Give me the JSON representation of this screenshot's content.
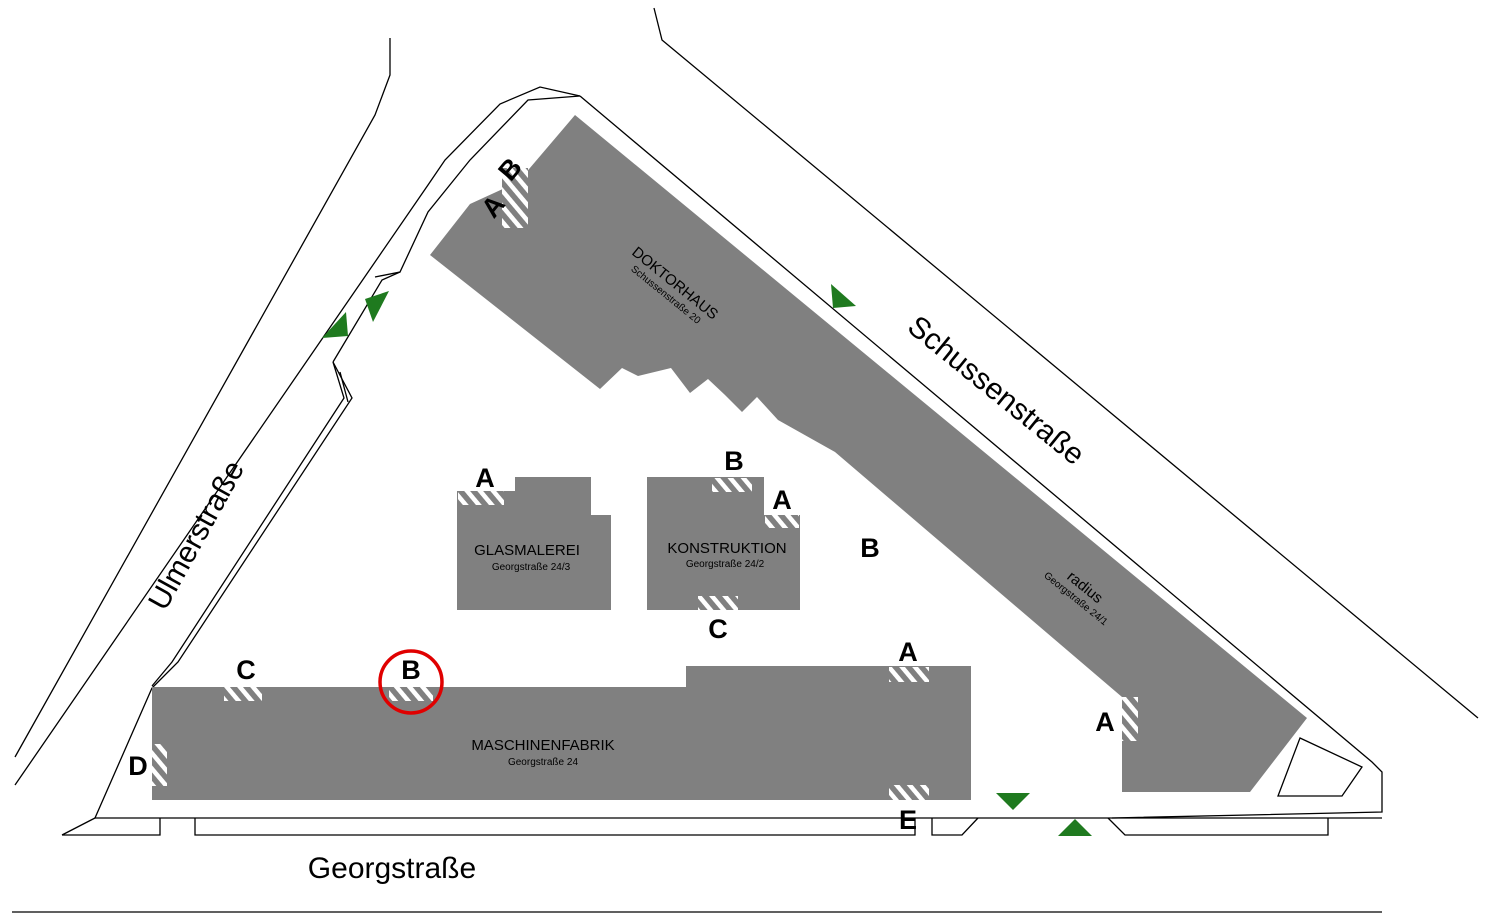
{
  "colors": {
    "building": "#808080",
    "arrow": "#1f7a1f",
    "highlight": "#e00000",
    "hatch_light": "#ffffff"
  },
  "streets": {
    "georgstrasse": "Georgstraße",
    "ulmerstrasse": "Ulmerstraße",
    "schussenstrasse": "Schussenstraße"
  },
  "buildings": {
    "doktorhaus": {
      "name": "DOKTORHAUS",
      "address": "Schussenstraße 20"
    },
    "radius": {
      "name": "radius",
      "address": "Georgstraße 24/1"
    },
    "glasmalerei": {
      "name": "GLASMALEREI",
      "address": "Georgstraße 24/3"
    },
    "konstruktion": {
      "name": "KONSTRUKTION",
      "address": "Georgstraße 24/2"
    },
    "maschinenfabrik": {
      "name": "MASCHINENFABRIK",
      "address": "Georgstraße 24"
    }
  },
  "entrances": {
    "doktor_a": "A",
    "doktor_b": "B",
    "glas_a": "A",
    "kon_b": "B",
    "kon_a": "A",
    "kon_c": "C",
    "courtyard_b": "B",
    "masch_c": "C",
    "masch_b": "B",
    "masch_a": "A",
    "masch_d": "D",
    "masch_e": "E",
    "radius_a": "A"
  },
  "highlighted_entrance": "masch_b"
}
